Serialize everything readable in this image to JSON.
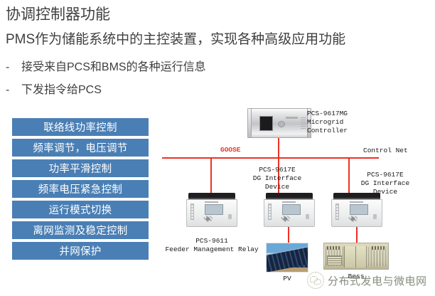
{
  "slide": {
    "title": "协调控制器功能",
    "subtitle": "PMS作为储能系统中的主控装置，实现各种高级应用功能",
    "bullets": [
      {
        "marker": "-",
        "text": "接受来自PCS和BMS的各种运行信息"
      },
      {
        "marker": "-",
        "text": "下发指令给PCS"
      }
    ]
  },
  "features": [
    {
      "label": "联络线功率控制"
    },
    {
      "label": "频率调节，电压调节"
    },
    {
      "label": "功率平滑控制"
    },
    {
      "label": "频率电压紧急控制"
    },
    {
      "label": "运行模式切换"
    },
    {
      "label": "离网监测及稳定控制"
    },
    {
      "label": "并网保护"
    }
  ],
  "diagram": {
    "network_labels": {
      "goose": "GOOSE",
      "control_net": "Control Net"
    },
    "devices": [
      {
        "id": "microgrid-controller",
        "model": "PCS-9617MG",
        "line2": "Microgrid",
        "line3": "Controller"
      },
      {
        "id": "feeder-relay",
        "model": "PCS-9611",
        "line2": "Feeder Management Relay",
        "line3": ""
      },
      {
        "id": "dg-interface-1",
        "model": "PCS-9617E",
        "line2": "DG Interface",
        "line3": "Device"
      },
      {
        "id": "dg-interface-2",
        "model": "PCS-9617E",
        "line2": "DG Interface",
        "line3": "Device"
      }
    ],
    "assets": [
      {
        "id": "pv",
        "caption": "PV"
      },
      {
        "id": "bess",
        "caption": "Bess"
      }
    ]
  },
  "watermark": {
    "icon": "wechat-icon",
    "text": "分布式发电与微电网"
  },
  "colors": {
    "feature_box": "#4a7fb5",
    "network_line": "#ee3124",
    "goose_label": "#ee3124",
    "heading_text": "#3f3f3f"
  }
}
